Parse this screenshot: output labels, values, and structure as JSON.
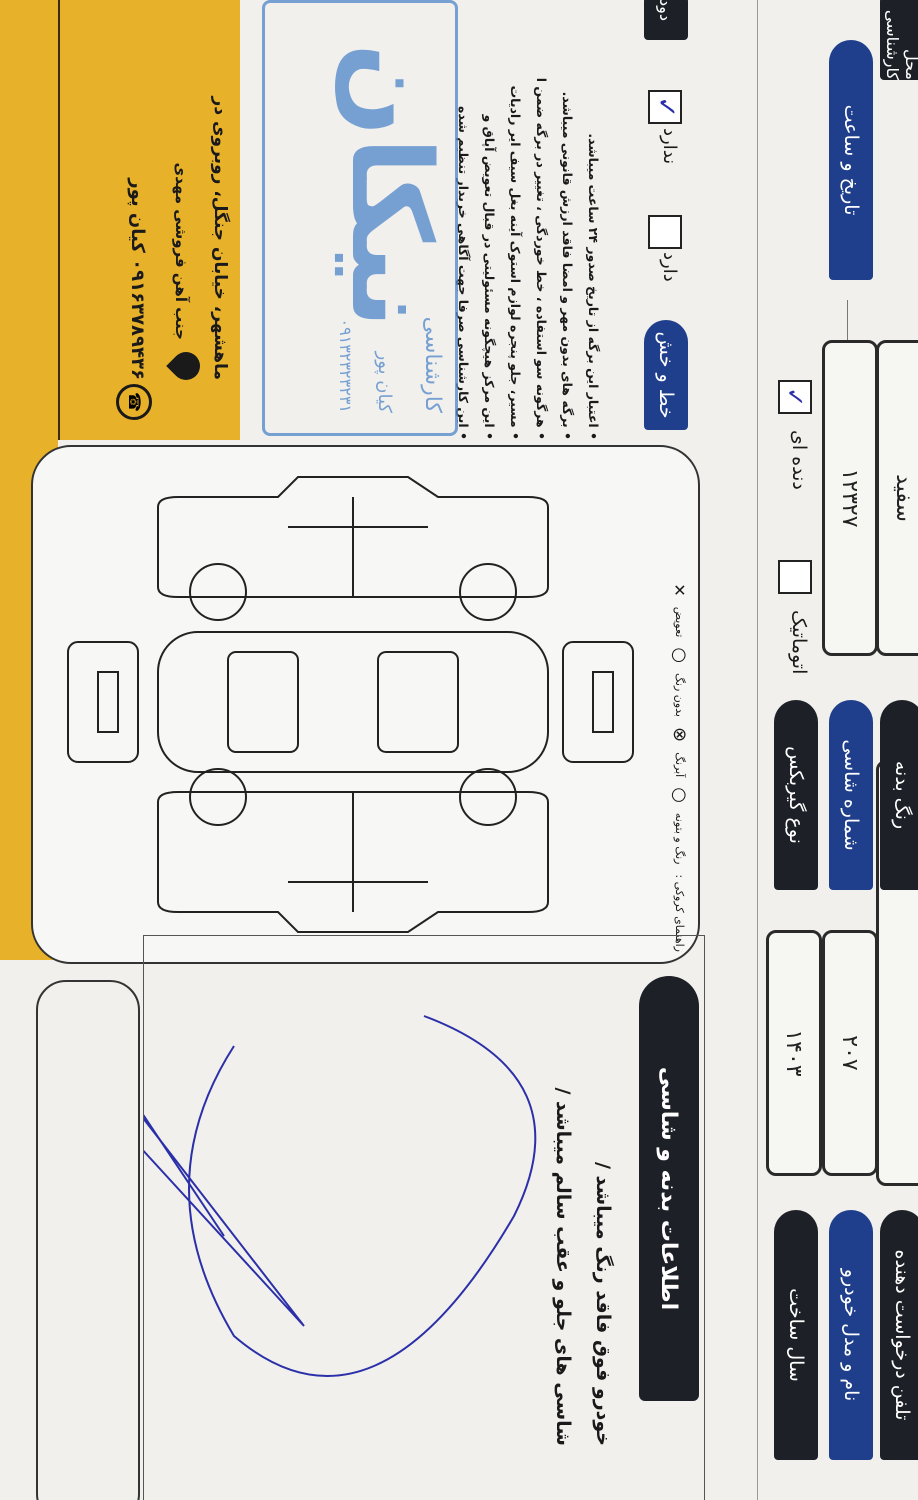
{
  "header": {
    "row1": {
      "phone_label": "تلفن درخواست دهنده",
      "color_label": "رنگ بدنه",
      "color_value": "سفید",
      "location_label": "محل کارشناسی"
    },
    "row2": {
      "model_label": "نام و مدل خودرو",
      "model_value": "۲۰۷",
      "chassis_label": "شماره شاسی",
      "chassis_value": "۱۲۳۲۷",
      "datetime_label": "تاریخ و ساعت"
    },
    "row3": {
      "year_label": "سال ساخت",
      "year_value": "۱۴۰۳",
      "gearbox_label": "نوع گیربکس",
      "automatic_label": "اتوماتیک",
      "manual_label": "دنده ای",
      "manual_checked": true
    }
  },
  "checks": {
    "scratch_label": "خط و خش",
    "has_label": "دارد",
    "has_not_label": "ندارد",
    "has_not_checked": true,
    "smoke_label": "دود"
  },
  "notes": [
    "• اعتبار این برگه از تاریخ صدور ۲۴ ساعت میباشد.",
    "• برگه های بدون مهر و امضا فاقد ارزش قانونی میباشد.",
    "• هرگونه سو استفاده ، خط خوردگی ، تغییر در برگه ضمن ا",
    "• مسیر، جلو پنجره لوازم استوک آینه بغل سیف ایر رادیات",
    "• این مرکز هیچگونه مسئولیتی در قبال تعویض آپاق و",
    "• این کارشناسی صرفا جهت آگاهی خریدار تنظیم شده"
  ],
  "stamp": {
    "name": "نیکان",
    "line1": "کارشناسی",
    "line2": "کیان پور",
    "number": "۰۹۱۳۲۳۲۳۲۳۱"
  },
  "footer": {
    "address_line1": "ماهشهر، خیابان جنگل، روبروی در",
    "address_line2": "جنب آهن فروشی مهدی",
    "phone": "۰۹۱۶۳۷۸۹۴۳۶ کیان پور",
    "phone_icon": "phone-icon",
    "location_icon": "location-pin-icon"
  },
  "diagram": {
    "legend": [
      "راهنمای کروکی :",
      "رنگ و بتونه",
      "آبرنگ",
      "بدون رنگ",
      "تعویض"
    ]
  },
  "body_info": {
    "title": "اطلاعات بدنه و شاسی",
    "line1": "خودرو فوق فاقد رنگ میباشد /",
    "line2": "شاسی های جلو و عقب سالم میباشد /"
  },
  "colors": {
    "yellow": "#e8b12a",
    "dark": "#1d2027",
    "blue": "#1f3f8c",
    "ink": "#2b2fa8",
    "stamp": "#4f86c9"
  }
}
